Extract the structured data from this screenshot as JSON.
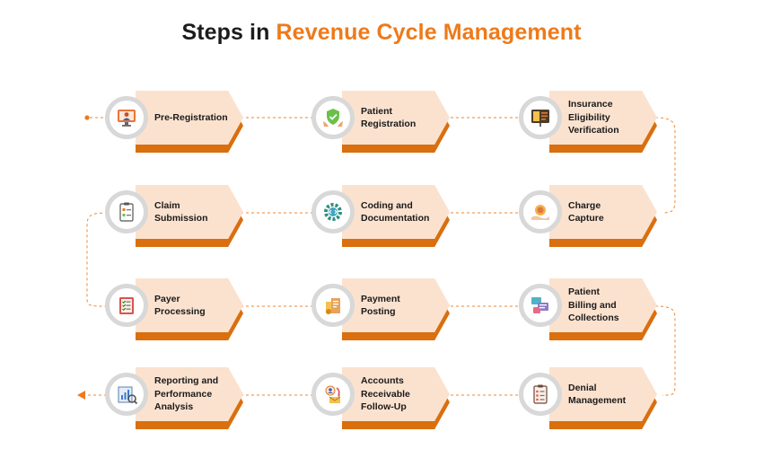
{
  "title": {
    "prefix": "Steps in",
    "highlight": "Revenue Cycle Management"
  },
  "colors": {
    "accent": "#ee7a1a",
    "step_fill": "#fbe2cf",
    "step_shadow": "#d96f0f",
    "ring": "#d8d8d8"
  },
  "steps": [
    {
      "label": "Pre-Registration",
      "icon": "monitor-doctor-icon"
    },
    {
      "label": "Patient\nRegistration",
      "icon": "shield-hands-icon"
    },
    {
      "label": "Insurance\nEligibility\nVerification",
      "icon": "verification-board-icon"
    },
    {
      "label": "Claim\nSubmission",
      "icon": "clipboard-form-icon"
    },
    {
      "label": "Coding and\nDocumentation",
      "icon": "gear-code-icon"
    },
    {
      "label": "Charge\nCapture",
      "icon": "hand-coin-icon"
    },
    {
      "label": "Payer\nProcessing",
      "icon": "checklist-icon"
    },
    {
      "label": "Payment\nPosting",
      "icon": "payment-documents-icon"
    },
    {
      "label": "Patient\nBilling and\nCollections",
      "icon": "billing-screens-icon"
    },
    {
      "label": "Reporting and\nPerformance\nAnalysis",
      "icon": "report-chart-icon"
    },
    {
      "label": "Accounts\nReceivable\nFollow-Up",
      "icon": "follow-up-mail-icon"
    },
    {
      "label": "Denial\nManagement",
      "icon": "denial-list-icon"
    }
  ]
}
